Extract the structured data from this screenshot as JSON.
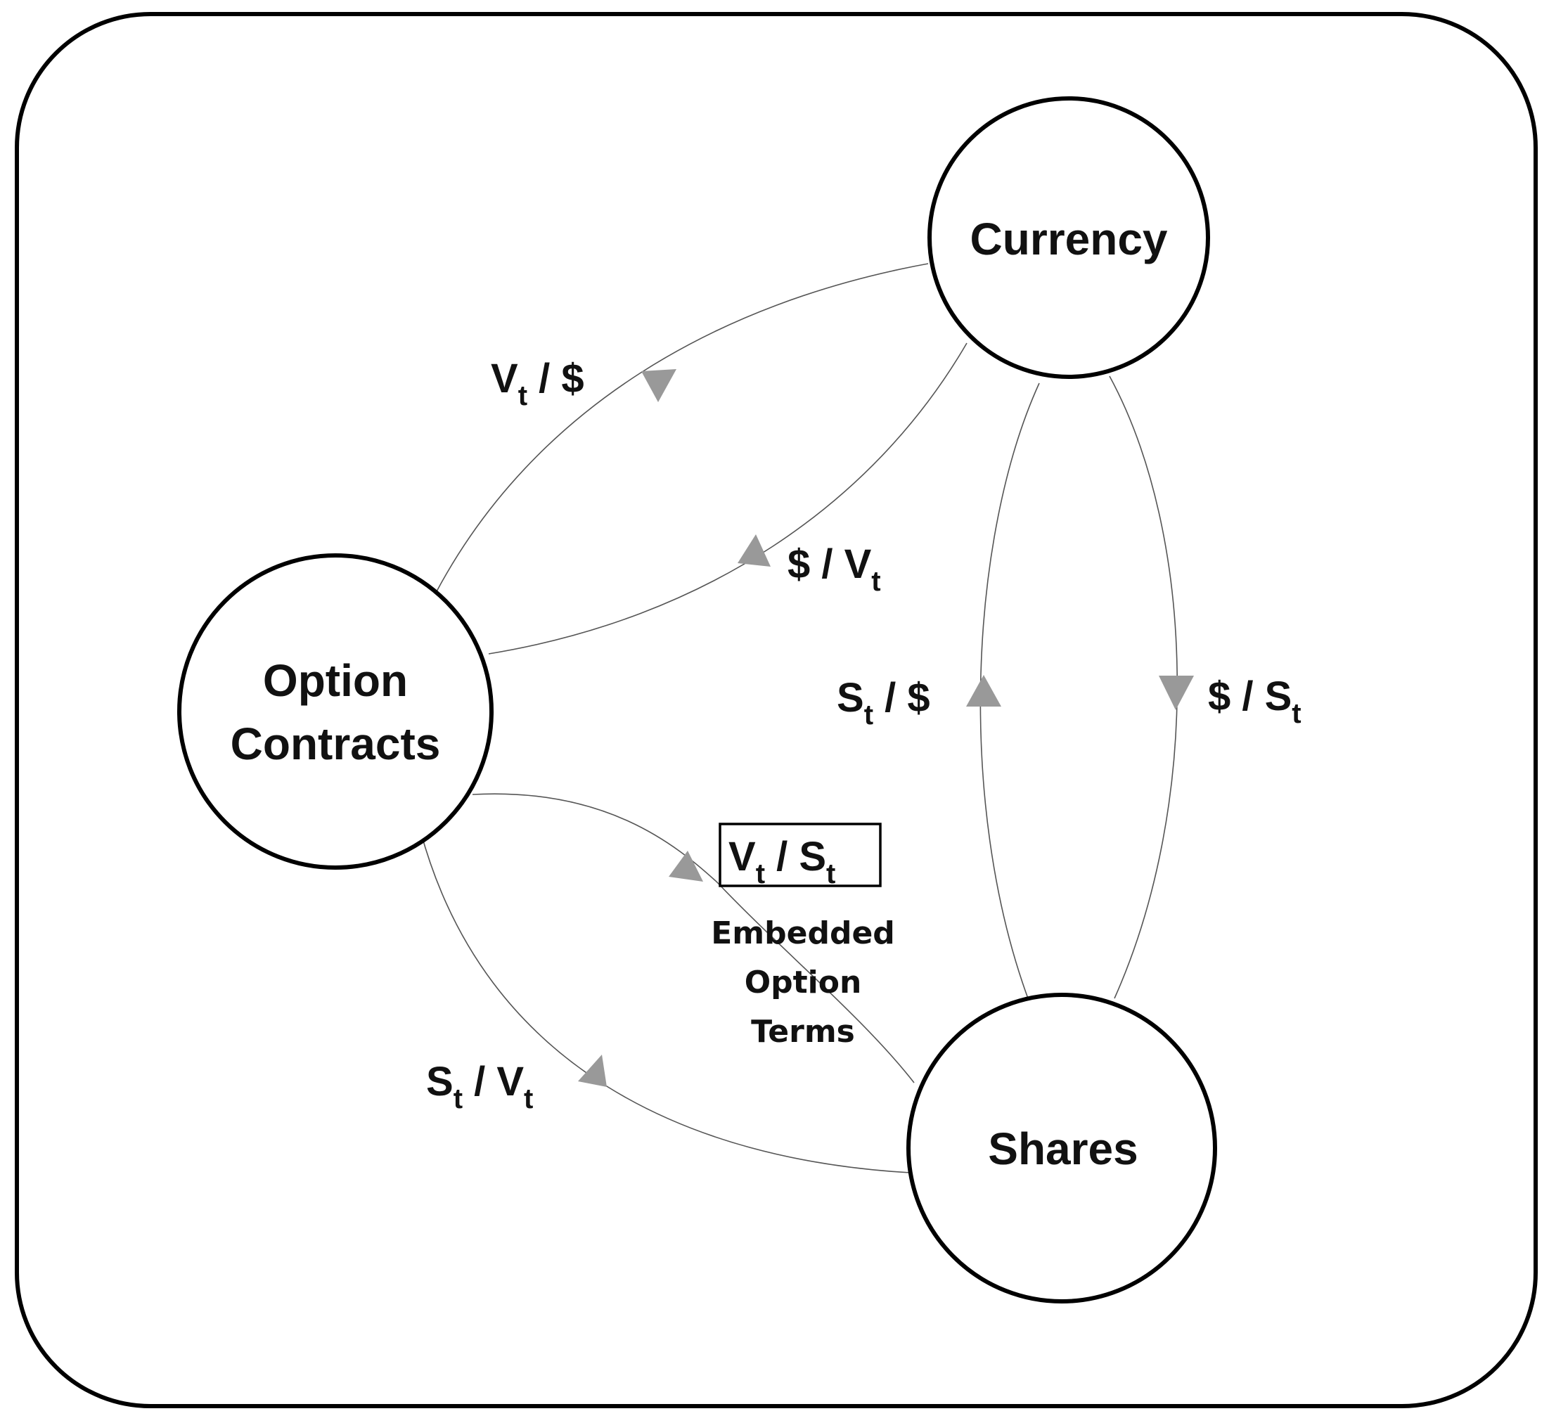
{
  "nodes": {
    "currency": {
      "label": "Currency"
    },
    "option_contracts": {
      "line1": "Option",
      "line2": "Contracts"
    },
    "shares": {
      "label": "Shares"
    }
  },
  "edges": {
    "option_to_currency": {
      "base": "V",
      "sub": "t",
      "rest": " / $"
    },
    "currency_to_option": {
      "base": "$ / V",
      "sub": "t"
    },
    "shares_to_currency": {
      "base": "S",
      "sub": "t",
      "rest": " / $"
    },
    "currency_to_shares": {
      "base": "$ / S",
      "sub": "t"
    },
    "option_to_shares": {
      "base1": "V",
      "sub1": "t",
      "mid": " / S",
      "sub2": "t"
    },
    "shares_to_option": {
      "base1": "S",
      "sub1": "t",
      "mid": " / V",
      "sub2": "t"
    }
  },
  "note": {
    "line1": "Embedded",
    "line2": "Option",
    "line3": "Terms"
  },
  "colors": {
    "arrow": "#999999",
    "edge": "#555555",
    "stroke": "#000000"
  }
}
